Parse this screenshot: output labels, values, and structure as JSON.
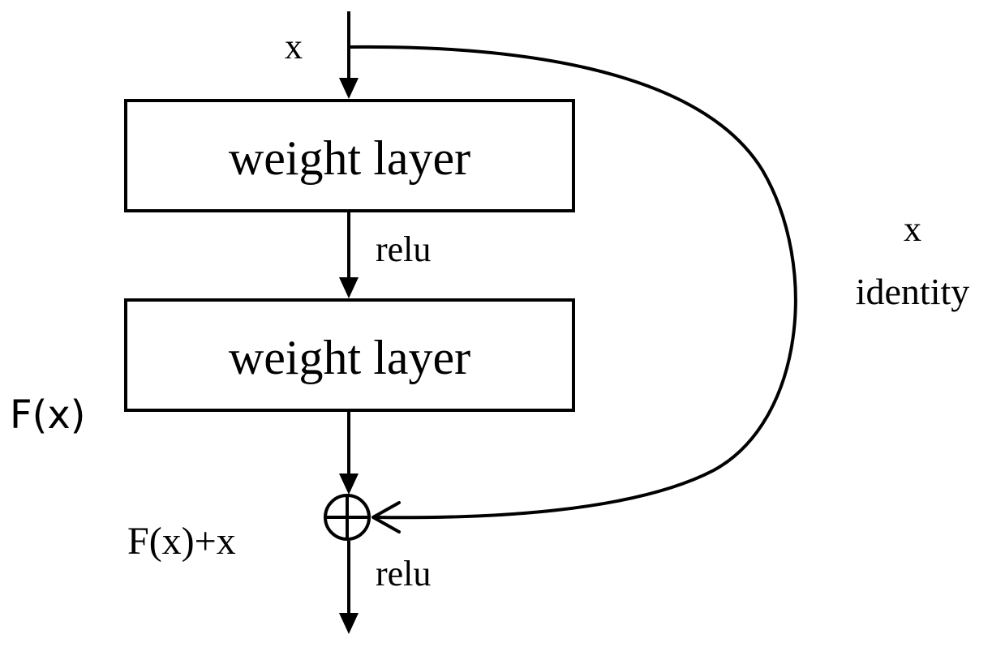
{
  "diagram": {
    "input_label": "x",
    "layer1_label": "weight layer",
    "relu1_label": "relu",
    "layer2_label": "weight layer",
    "fx_label": "F(x)",
    "sum_label": "F(x)+x",
    "relu2_label": "relu",
    "shortcut_x_label": "x",
    "identity_label": "identity",
    "colors": {
      "ink": "#000000",
      "background": "#ffffff"
    }
  }
}
